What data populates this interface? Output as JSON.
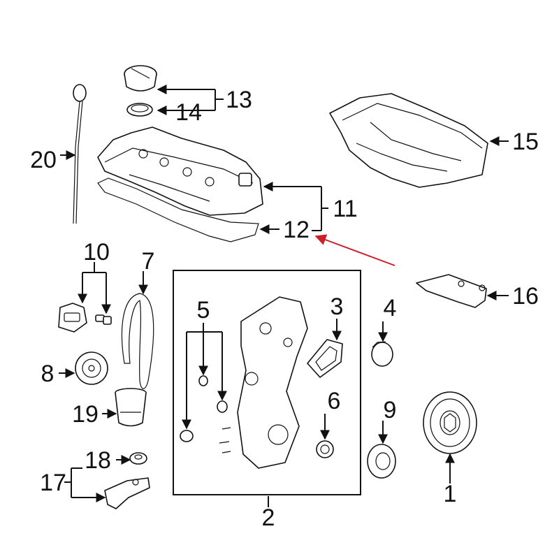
{
  "callouts": {
    "c1": "1",
    "c2": "2",
    "c3": "3",
    "c4": "4",
    "c5": "5",
    "c6": "6",
    "c7": "7",
    "c8": "8",
    "c9": "9",
    "c10": "10",
    "c11": "11",
    "c12": "12",
    "c13": "13",
    "c14": "14",
    "c15": "15",
    "c16": "16",
    "c17": "17",
    "c18": "18",
    "c19": "19",
    "c20": "20"
  },
  "colors": {
    "line": "#111111",
    "pointer": "#cc1f27",
    "background": "#ffffff"
  }
}
